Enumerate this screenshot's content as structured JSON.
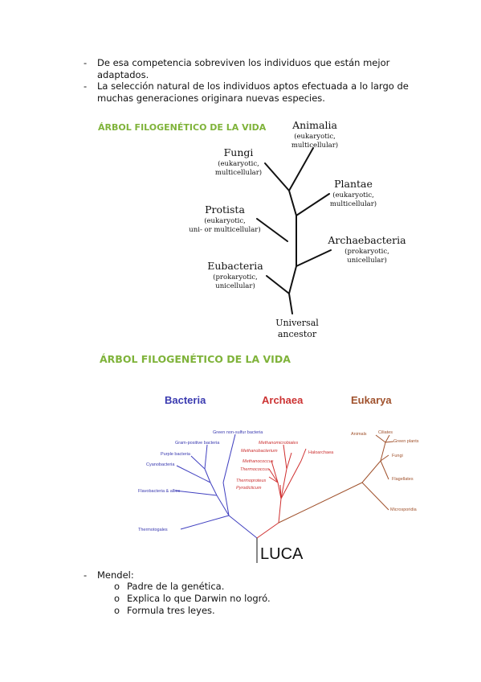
{
  "bullets_top": [
    {
      "marker": "-",
      "text": "De esa competencia sobreviven los individuos que están mejor adaptados."
    },
    {
      "marker": "-",
      "text": "La selección natural de los individuos aptos efectuada a lo largo de muchas generaciones originara nuevas especies."
    }
  ],
  "tree1": {
    "title": "ÁRBOL FILOGENÉTICO DE LA VIDA",
    "nodes": [
      {
        "name": "Animalia",
        "desc1": "(eukaryotic,",
        "desc2": "multicellular)"
      },
      {
        "name": "Fungi",
        "desc1": "(eukaryotic,",
        "desc2": "multicellular)"
      },
      {
        "name": "Plantae",
        "desc1": "(eukaryotic,",
        "desc2": "multicellular)"
      },
      {
        "name": "Protista",
        "desc1": "(eukaryotic,",
        "desc2": "uni- or multicellular)"
      },
      {
        "name": "Archaebacteria",
        "desc1": "(prokaryotic,",
        "desc2": "unicellular)"
      },
      {
        "name": "Eubacteria",
        "desc1": "(prokaryotic,",
        "desc2": "unicellular)"
      },
      {
        "name": "Universal",
        "desc1": "ancestor",
        "desc2": ""
      }
    ]
  },
  "tree2": {
    "title": "ÁRBOL FILOGENÉTICO DE LA VIDA",
    "domains": {
      "bacteria": "Bacteria",
      "archaea": "Archaea",
      "eukarya": "Eukarya"
    },
    "root": "LUCA",
    "bacteria_leaves": [
      "Green non-sulfur bacteria",
      "Gram-positive bacteria",
      "Purple bacteria",
      "Cyanobacteria",
      "Flavobacteria & allies",
      "Thermotogales"
    ],
    "archaea_leaves": [
      "Methanomicrobiales",
      "Methanobacterium",
      "Methanococcus",
      "Thermococcus",
      "Thermoproteus",
      "Pyrodicticum",
      "Haloarchaea"
    ],
    "eukarya_leaves": [
      "Animals",
      "Ciliates",
      "Green plants",
      "Fungi",
      "Flagellates",
      "Microsporidia"
    ],
    "colors": {
      "bacteria": "#4040c0",
      "archaea": "#d03030",
      "eukarya": "#a0522d"
    }
  },
  "mendel": {
    "marker": "-",
    "label": "Mendel:",
    "sub_marker": "o",
    "items": [
      "Padre de la genética.",
      "Explica lo que Darwin no logró.",
      "Formula tres leyes."
    ]
  }
}
